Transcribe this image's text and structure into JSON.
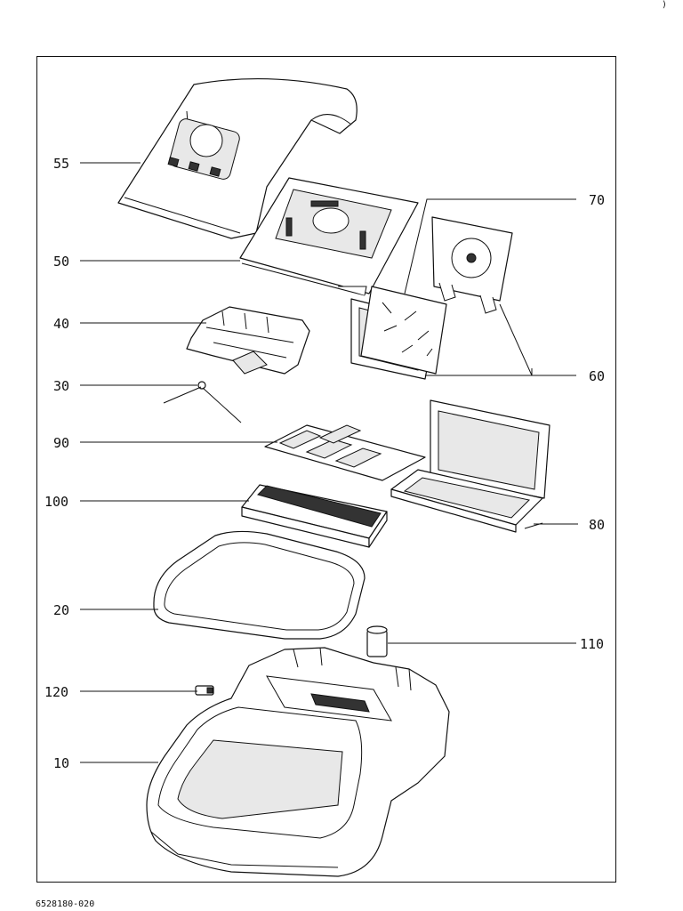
{
  "document": {
    "number": "6528180-020",
    "corner_mark": ")"
  },
  "callouts": [
    {
      "id": "55",
      "label": "55"
    },
    {
      "id": "50",
      "label": "50"
    },
    {
      "id": "40",
      "label": "40"
    },
    {
      "id": "30",
      "label": "30"
    },
    {
      "id": "90",
      "label": "90"
    },
    {
      "id": "100",
      "label": "100"
    },
    {
      "id": "20",
      "label": "20"
    },
    {
      "id": "120",
      "label": "120"
    },
    {
      "id": "10",
      "label": "10"
    },
    {
      "id": "70",
      "label": "70"
    },
    {
      "id": "60",
      "label": "60"
    },
    {
      "id": "80",
      "label": "80"
    },
    {
      "id": "110",
      "label": "110"
    }
  ]
}
